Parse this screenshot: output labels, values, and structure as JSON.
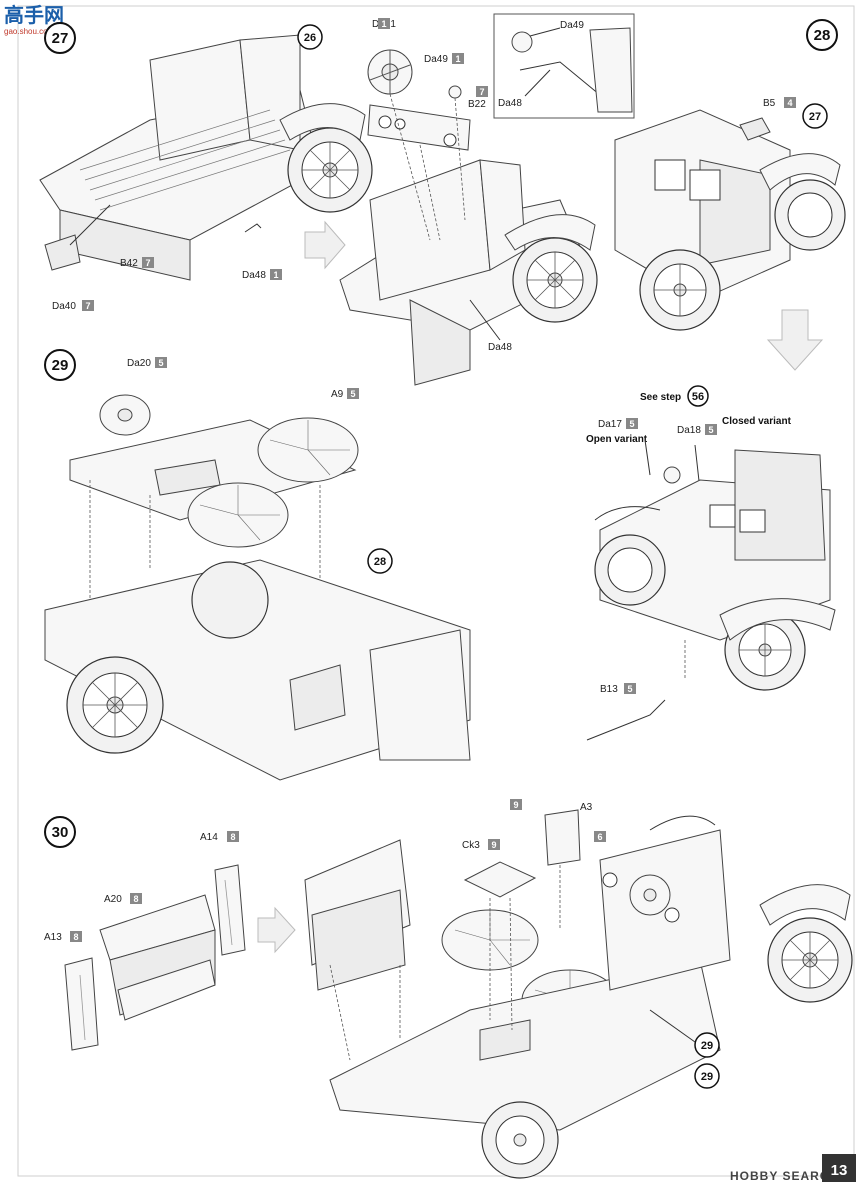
{
  "watermark": {
    "brand": "高手网",
    "url": "gao.shou.com"
  },
  "steps": [
    {
      "number": "27",
      "parts": [
        {
          "code": "Da21",
          "sprue": "1"
        },
        {
          "code": "Da49",
          "sprue": "1"
        },
        {
          "code": "B22",
          "sprue": "7"
        },
        {
          "code": "B42",
          "sprue": "7"
        },
        {
          "code": "Da40",
          "sprue": "7"
        },
        {
          "code": "Da48",
          "sprue": "1"
        }
      ],
      "callouts": [
        "26"
      ],
      "detail_labels": [
        "Da49",
        "Da48",
        "Da48"
      ]
    },
    {
      "number": "28",
      "parts": [
        {
          "code": "B5",
          "sprue": "4"
        },
        {
          "code": "Da17",
          "sprue": "5"
        },
        {
          "code": "Da18",
          "sprue": "5"
        },
        {
          "code": "B13",
          "sprue": "5"
        }
      ],
      "callouts": [
        "27"
      ],
      "see_step": {
        "label": "See step",
        "step": "56"
      },
      "variants": {
        "open": "Open variant",
        "closed": "Closed variant"
      }
    },
    {
      "number": "29",
      "parts": [
        {
          "code": "Da20",
          "sprue": "5"
        },
        {
          "code": "A9",
          "sprue": "5"
        }
      ],
      "callouts": [
        "28"
      ]
    },
    {
      "number": "30",
      "parts": [
        {
          "code": "A14",
          "sprue": "8"
        },
        {
          "code": "A20",
          "sprue": "8"
        },
        {
          "code": "A13",
          "sprue": "8"
        },
        {
          "code": "Ck3",
          "sprue": "9"
        },
        {
          "code": "A3",
          "sprue": "6"
        }
      ],
      "extra_sprue": "9",
      "callouts": [
        "29",
        "29"
      ]
    }
  ],
  "footer": {
    "page_number": "13",
    "site": "HOBBY SEARCH"
  }
}
